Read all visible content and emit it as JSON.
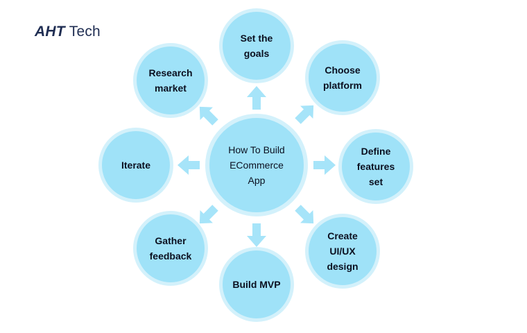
{
  "brand": {
    "mark": "AHT",
    "word": "Tech"
  },
  "diagram": {
    "center": "How To Build\nECommerce\nApp",
    "nodes": {
      "set_goals": "Set the\ngoals",
      "choose_platform": "Choose\nplatform",
      "define_features": "Define\nfeatures\nset",
      "create_design": "Create\nUI/UX\ndesign",
      "build_mvp": "Build MVP",
      "gather_feedback": "Gather\nfeedback",
      "iterate": "Iterate",
      "research_market": "Research\nmarket"
    }
  },
  "colors": {
    "node_fill": "#9fe2f8",
    "node_ring": "#d3f1fb",
    "arrow": "#a6e4f9",
    "text": "#0b1020",
    "brand": "#1f2d52"
  }
}
